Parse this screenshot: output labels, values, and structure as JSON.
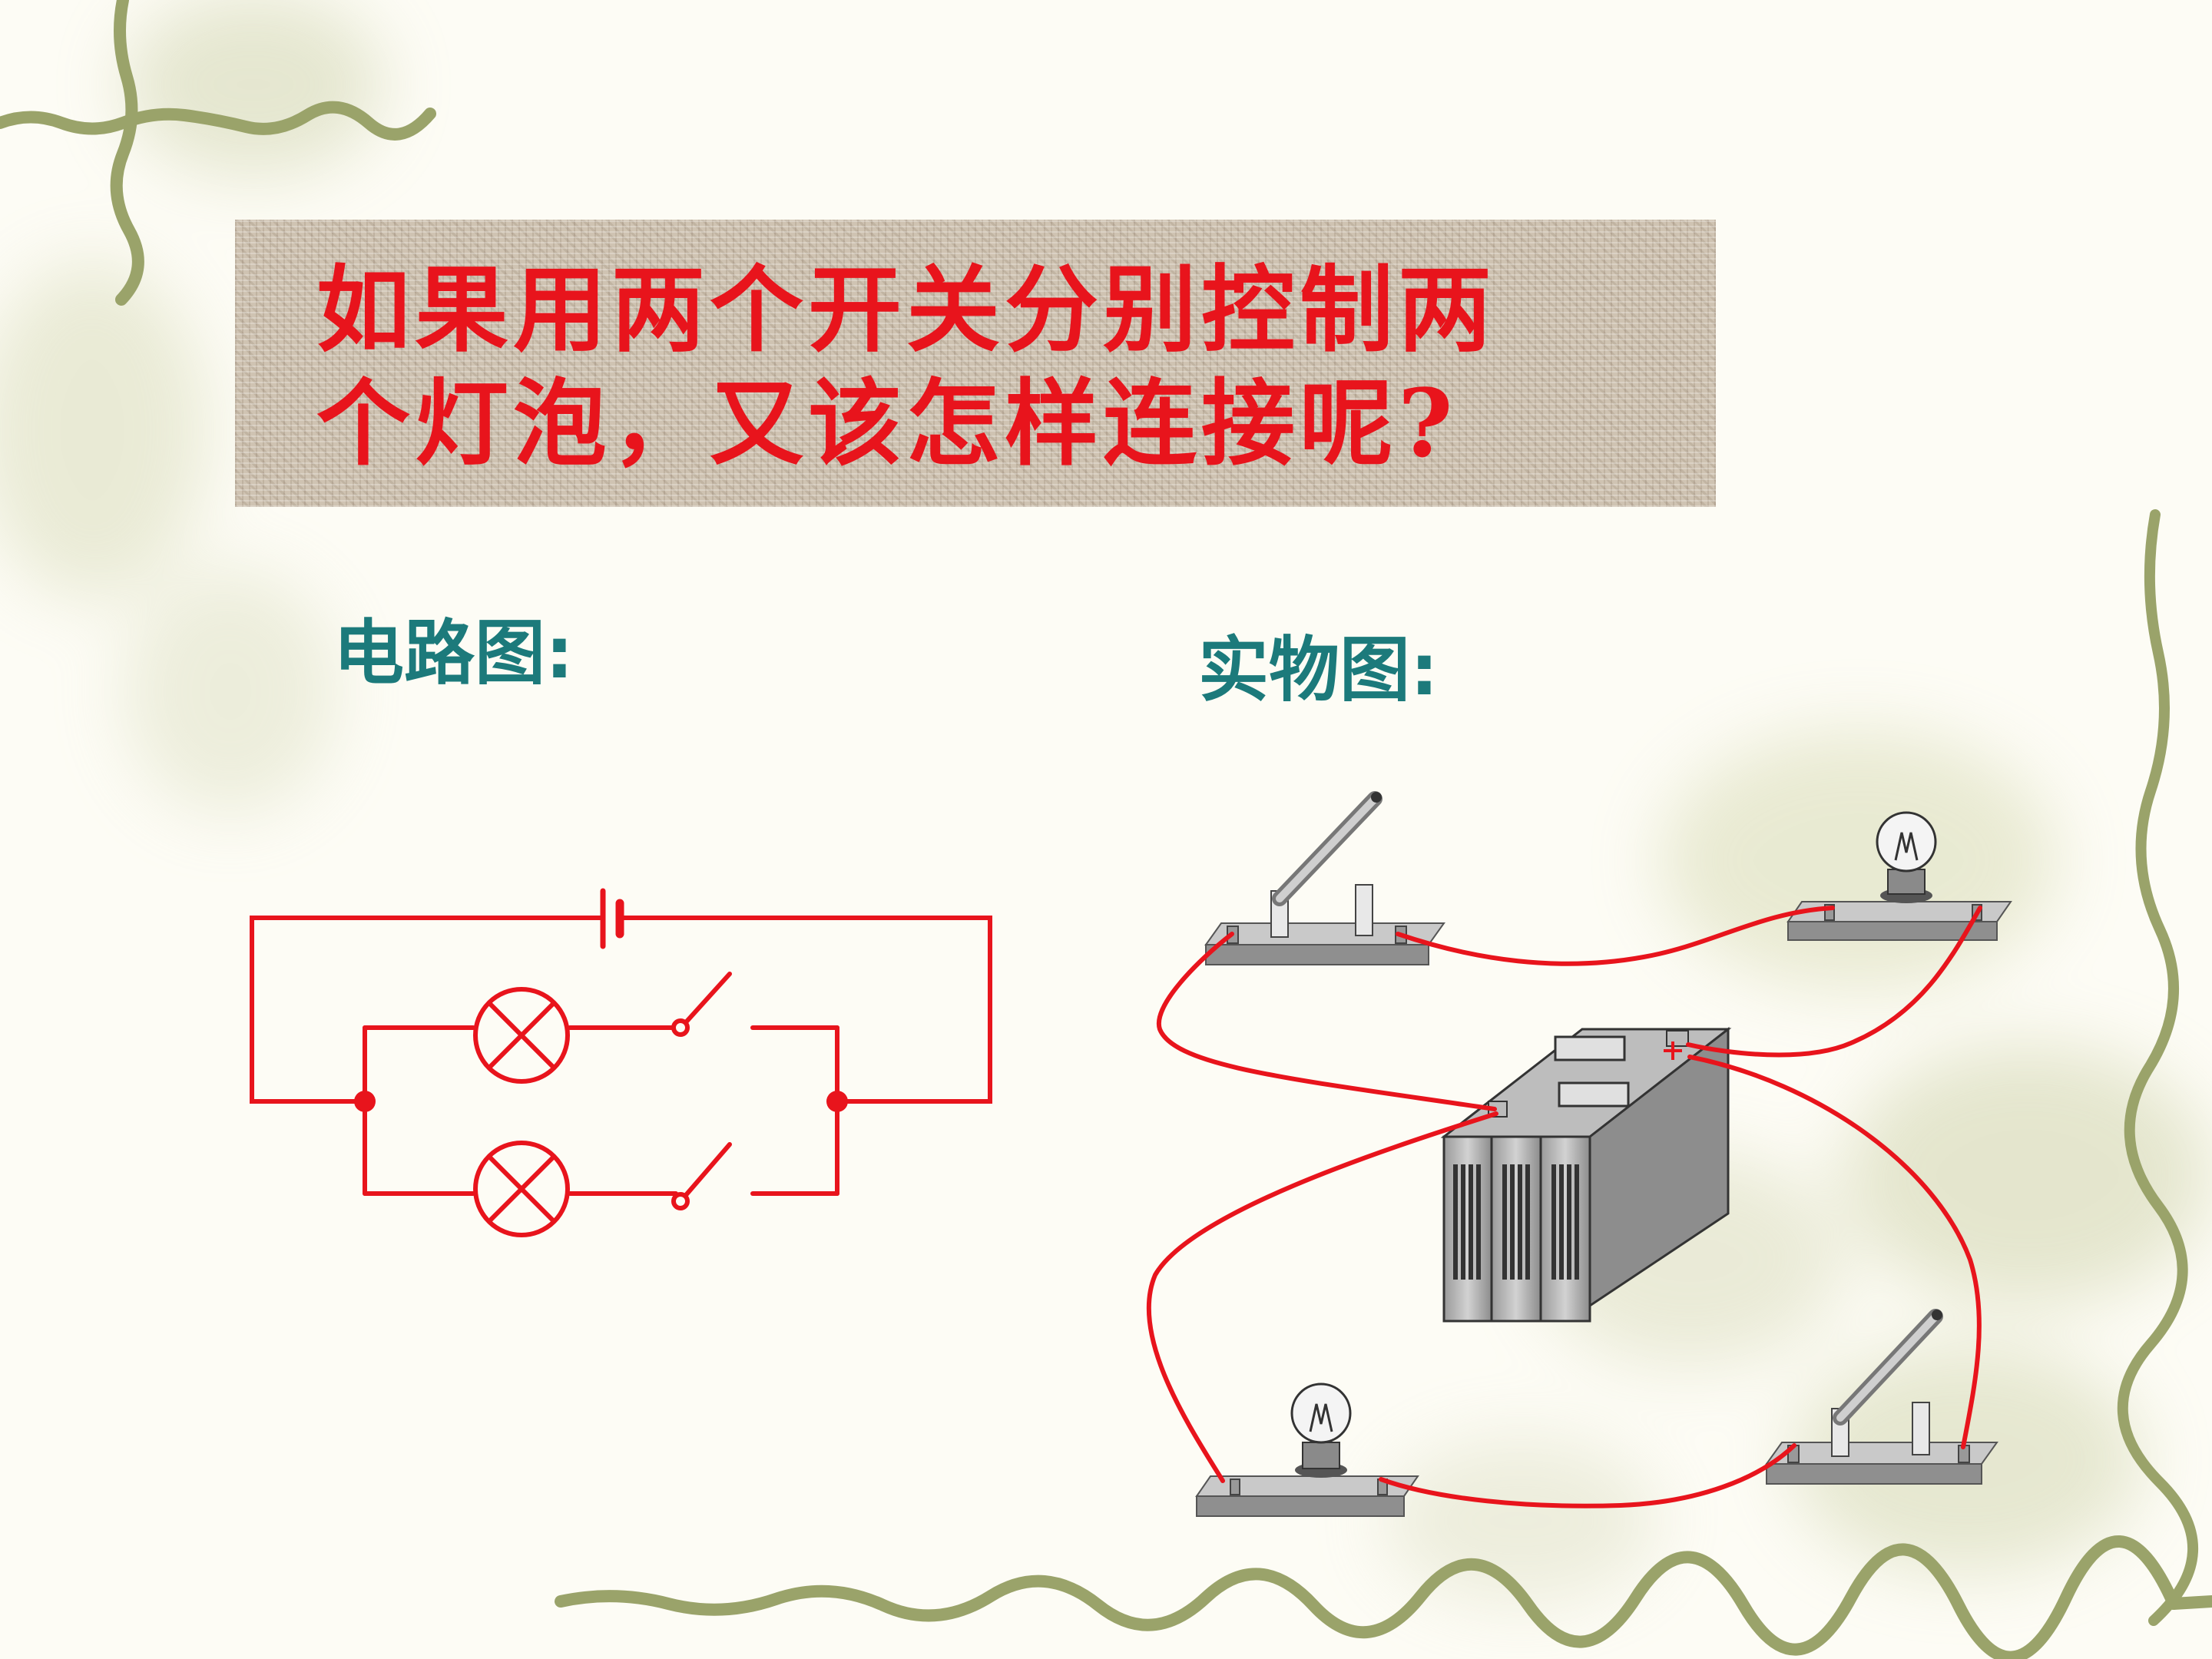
{
  "slide": {
    "title_lines": [
      "如果用两个开关分别控制两",
      "个灯泡，又该怎样连接呢?"
    ],
    "circuit_diagram_label": "电路图:",
    "physical_diagram_label": "实物图:",
    "colors": {
      "title_text": "#e8141c",
      "heading_text": "#1c7a7b",
      "wire": "#e8141c",
      "vine": "#9aa36a",
      "title_box": "#cfc3b2"
    }
  }
}
